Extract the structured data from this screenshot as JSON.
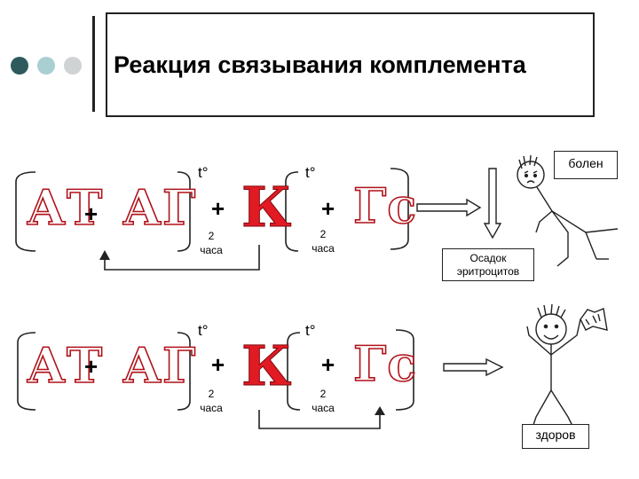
{
  "title": "Реакция связывания комплемента",
  "colors": {
    "accent": "#c0121a",
    "dot_dark": "#2e5a5c",
    "dot_mid": "#a9cfd2",
    "dot_light": "#cfd3d3"
  },
  "rows": [
    {
      "at": "АТ",
      "ag": "АГ",
      "k": "К",
      "gs": "Гс",
      "plus": "+",
      "temp1": "t°",
      "temp2": "t°",
      "time1_num": "2",
      "time1_unit": "часа",
      "time2_num": "2",
      "time2_unit": "часа"
    },
    {
      "at": "АТ",
      "ag": "АГ",
      "k": "К",
      "gs": "Гс",
      "plus": "+",
      "temp1": "t°",
      "temp2": "t°",
      "time1_num": "2",
      "time1_unit": "часа",
      "time2_num": "2",
      "time2_unit": "часа"
    }
  ],
  "result_top": {
    "sediment": "Осадок эритроцитов",
    "status": "болен"
  },
  "result_bottom": {
    "status": "здоров"
  },
  "icons": {
    "sick": "sick-stick-figure-icon",
    "healthy": "healthy-stick-figure-icon"
  }
}
